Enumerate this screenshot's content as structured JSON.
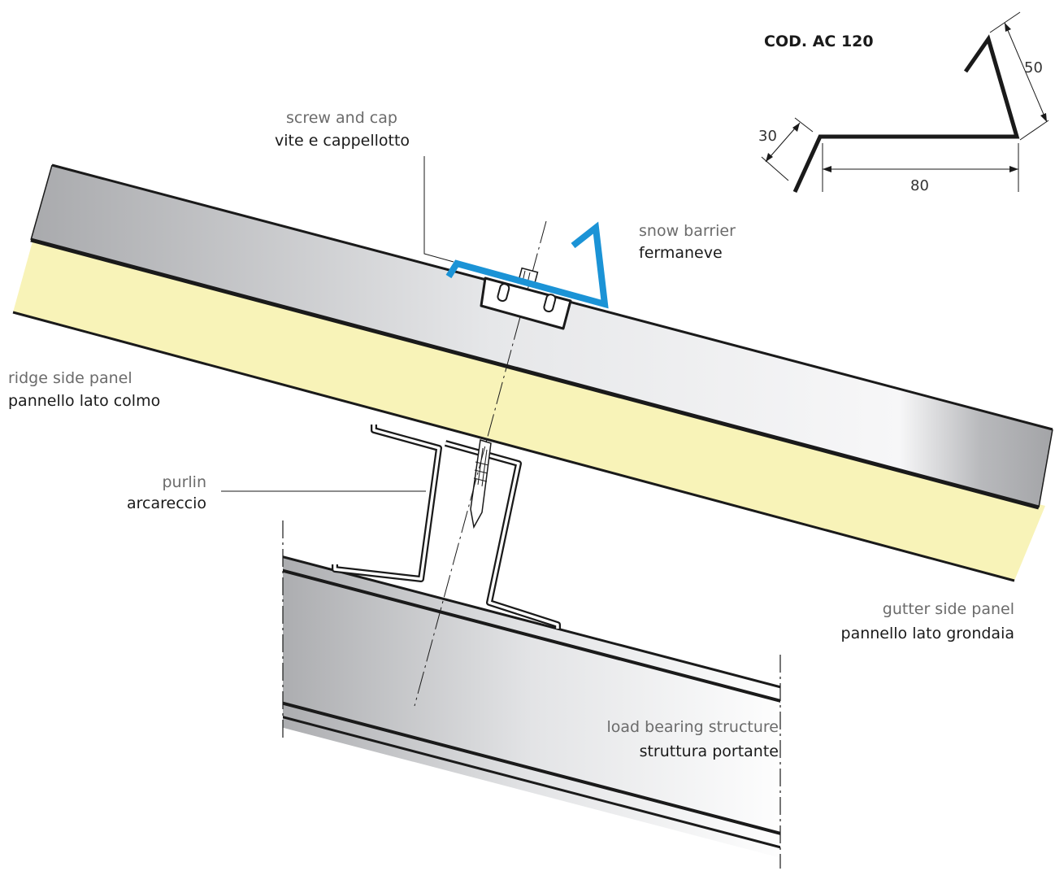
{
  "product_code": "COD. AC 120",
  "dimensions": {
    "a": "30",
    "b": "80",
    "c": "50"
  },
  "labels": {
    "screw_en": "screw and cap",
    "screw_it": "vite e cappellotto",
    "snow_en": "snow barrier",
    "snow_it": "fermaneve",
    "ridge_en": "ridge side panel",
    "ridge_it": "pannello lato colmo",
    "purlin_en": "purlin",
    "purlin_it": "arcareccio",
    "gutter_en": "gutter side panel",
    "gutter_it": "pannello lato grondaia",
    "structure_en": "load bearing structure",
    "structure_it": "struttura portante"
  },
  "colors": {
    "steel": "#d9dadc",
    "insulation": "#f8f3b8",
    "snow_barrier": "#1b93d6",
    "line": "#1a1a1a"
  }
}
